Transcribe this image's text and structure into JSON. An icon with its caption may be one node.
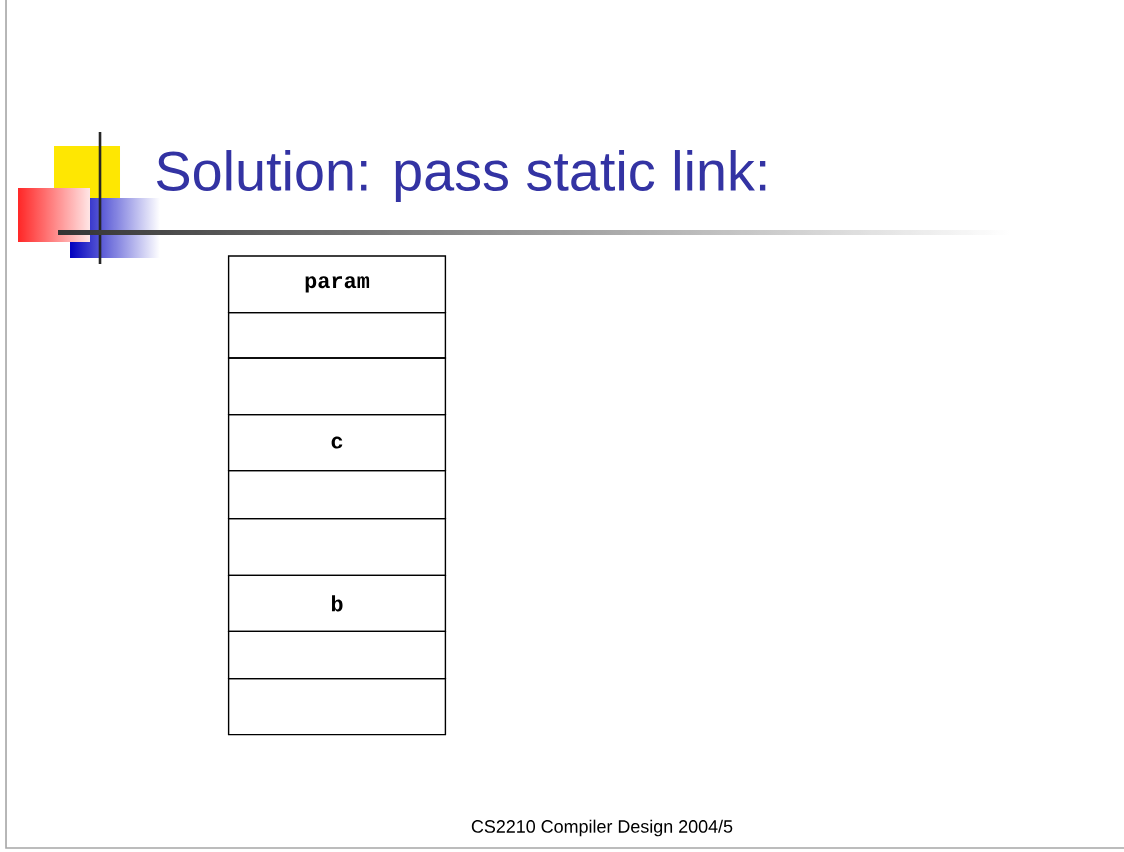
{
  "diagram": {
    "title": "Solution: pass static link:",
    "nodes": [
      {
        "text": [
          "param"
        ]
      },
      {
        "text": [],
        "shape": "box"
      },
      {
        "text": [],
        "shape": "box"
      },
      {
        "text": [
          "c"
        ]
      },
      {
        "text": [],
        "shape": "box"
      },
      {
        "text": [],
        "shape": "box"
      },
      {
        "text": [
          "b"
        ]
      },
      {
        "text": [],
        "shape": "box"
      },
      {
        "text": [],
        "shape": "box"
      }
    ],
    "labels": [
      "CS2210 Compiler Design 2004/5"
    ]
  }
}
